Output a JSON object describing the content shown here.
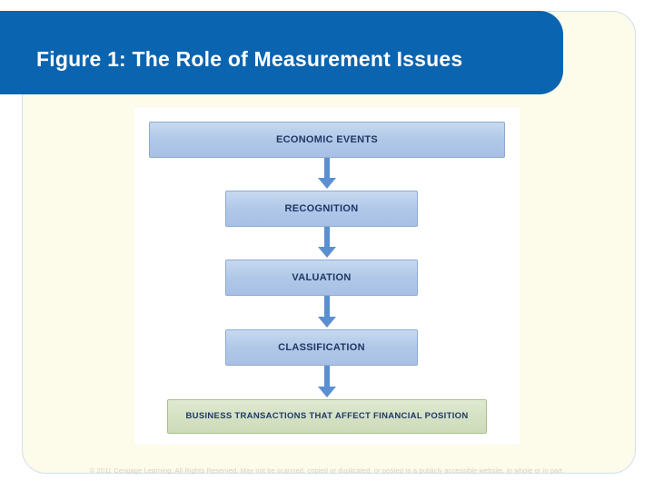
{
  "slide": {
    "title": "Figure 1: The Role of Measurement Issues",
    "footer_copyright": "© 2011 Cengage Learning. All Rights Reserved. May not be scanned, copied or duplicated, or posted to a publicly accessible website, in whole or in part.",
    "colors": {
      "title_banner": "#0a64b0",
      "panel_background": "#fdfbe9",
      "box_blue": "#b0c8e8",
      "box_green": "#d3e0c2",
      "arrow": "#5b8fd0",
      "label_text": "#1f3864"
    }
  },
  "diagram": {
    "type": "flowchart-vertical",
    "steps": [
      {
        "id": "economic-events",
        "label": "ECONOMIC EVENTS",
        "style": "blue"
      },
      {
        "id": "recognition",
        "label": "RECOGNITION",
        "style": "blue"
      },
      {
        "id": "valuation",
        "label": "VALUATION",
        "style": "blue"
      },
      {
        "id": "classification",
        "label": "CLASSIFICATION",
        "style": "blue"
      },
      {
        "id": "business-transactions",
        "label": "BUSINESS TRANSACTIONS THAT AFFECT FINANCIAL POSITION",
        "style": "green"
      }
    ],
    "arrows": [
      {
        "id": "arrow-1",
        "from": "economic-events",
        "to": "recognition"
      },
      {
        "id": "arrow-2",
        "from": "recognition",
        "to": "valuation"
      },
      {
        "id": "arrow-3",
        "from": "valuation",
        "to": "classification"
      },
      {
        "id": "arrow-4",
        "from": "classification",
        "to": "business-transactions"
      }
    ]
  }
}
